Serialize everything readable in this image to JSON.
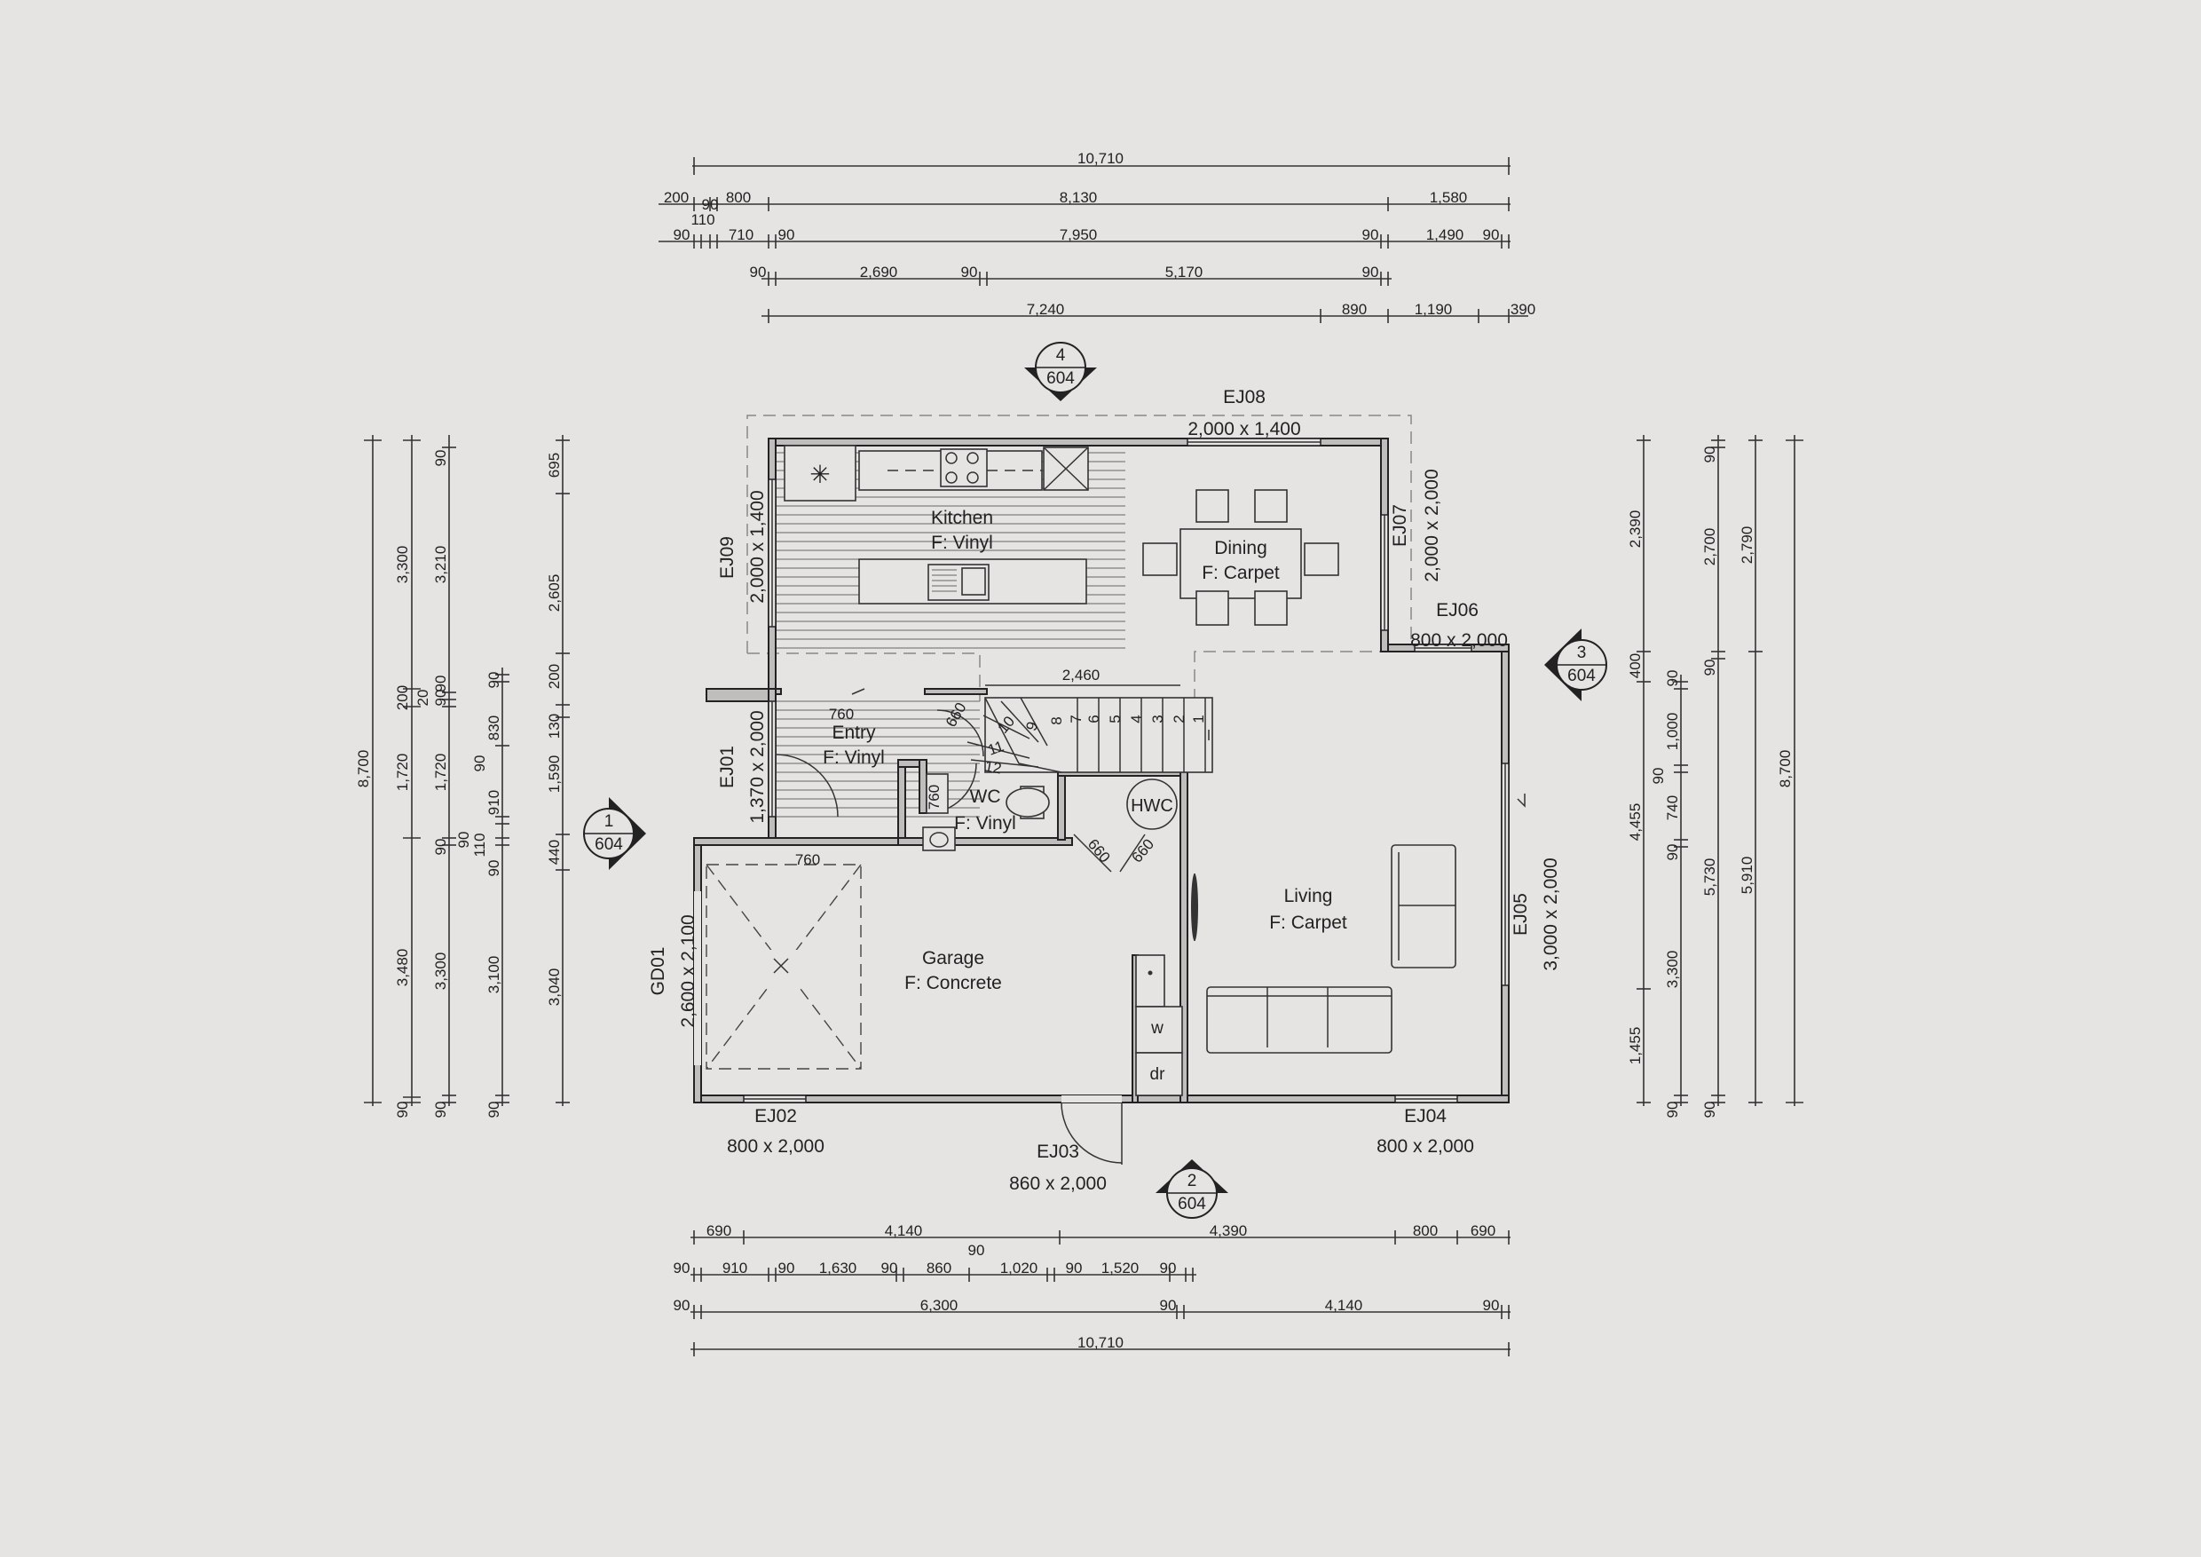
{
  "rooms": {
    "kitchen": {
      "name": "Kitchen",
      "floor": "F: Vinyl"
    },
    "dining": {
      "name": "Dining",
      "floor": "F: Carpet"
    },
    "entry": {
      "name": "Entry",
      "floor": "F: Vinyl"
    },
    "wc": {
      "name": "WC",
      "floor": "F: Vinyl"
    },
    "garage": {
      "name": "Garage",
      "floor": "F: Concrete"
    },
    "living": {
      "name": "Living",
      "floor": "F: Carpet"
    }
  },
  "openings": {
    "ej08": {
      "id": "EJ08",
      "size": "2,000 x 1,400"
    },
    "ej07": {
      "id": "EJ07",
      "size": "2,000 x 2,000"
    },
    "ej06": {
      "id": "EJ06",
      "size": "800 x 2,000"
    },
    "ej09": {
      "id": "EJ09",
      "size": "2,000 x 1,400"
    },
    "ej01": {
      "id": "EJ01",
      "size": "1,370 x 2,000"
    },
    "gd01": {
      "id": "GD01",
      "size": "2,600 x 2,100"
    },
    "ej05": {
      "id": "EJ05",
      "size": "3,000 x 2,000"
    },
    "ej02": {
      "id": "EJ02",
      "size": "800 x 2,000"
    },
    "ej03": {
      "id": "EJ03",
      "size": "860 x 2,000"
    },
    "ej04": {
      "id": "EJ04",
      "size": "800 x 2,000"
    }
  },
  "fixtures": {
    "hwc": "HWC",
    "washer": "w",
    "dryer": "dr"
  },
  "door_widths": {
    "entry": "760",
    "stair": "660",
    "wc": "760",
    "garage": "760",
    "cupboard_a": "660",
    "cupboard_b": "660",
    "stair_run": "2,460"
  },
  "stair_numbers": [
    "1",
    "2",
    "3",
    "4",
    "5",
    "6",
    "7",
    "8",
    "9",
    "10",
    "11",
    "12"
  ],
  "section_markers": {
    "m1": {
      "num": "1",
      "sheet": "604"
    },
    "m2": {
      "num": "2",
      "sheet": "604"
    },
    "m3": {
      "num": "3",
      "sheet": "604"
    },
    "m4": {
      "num": "4",
      "sheet": "604"
    }
  },
  "dims_top": {
    "r1": [
      "10,710"
    ],
    "r2": [
      "200",
      "90",
      "800",
      "8,130",
      "1,580",
      "110"
    ],
    "r3": [
      "90",
      "710",
      "90",
      "7,950",
      "90",
      "1,490",
      "90"
    ],
    "r4": [
      "90",
      "2,690",
      "90",
      "5,170",
      "90"
    ],
    "r5": [
      "7,240",
      "890",
      "1,190",
      "390"
    ]
  },
  "dims_bottom": {
    "r1": [
      "690",
      "4,140",
      "4,390",
      "800",
      "690"
    ],
    "r2": [
      "90",
      "90",
      "910",
      "90",
      "1,630",
      "90",
      "860",
      "1,020",
      "90",
      "1,520",
      "90"
    ],
    "r3": [
      "90",
      "6,300",
      "90",
      "4,140",
      "90"
    ],
    "r4": [
      "10,710"
    ]
  },
  "dims_left": {
    "c1": [
      "8,700"
    ],
    "c2": [
      "3,300",
      "200",
      "1,720",
      "3,480",
      "90"
    ],
    "c3": [
      "90",
      "3,210",
      "20",
      "90",
      "1,720",
      "90",
      "3,300",
      "90",
      "90",
      "90"
    ],
    "c4": [
      "90",
      "830",
      "910",
      "90",
      "110",
      "90",
      "3,100",
      "90",
      "90"
    ],
    "c5": [
      "695",
      "2,605",
      "200",
      "130",
      "1,590",
      "440",
      "3,040"
    ]
  },
  "dims_right": {
    "c1": [
      "2,390",
      "400",
      "4,455",
      "1,455"
    ],
    "c2": [
      "90",
      "1,000",
      "90",
      "740",
      "90",
      "3,300",
      "90"
    ],
    "c3": [
      "90",
      "2,700",
      "90",
      "5,730",
      "90"
    ],
    "c4": [
      "2,790",
      "5,910"
    ],
    "c5": [
      "8,700"
    ]
  }
}
